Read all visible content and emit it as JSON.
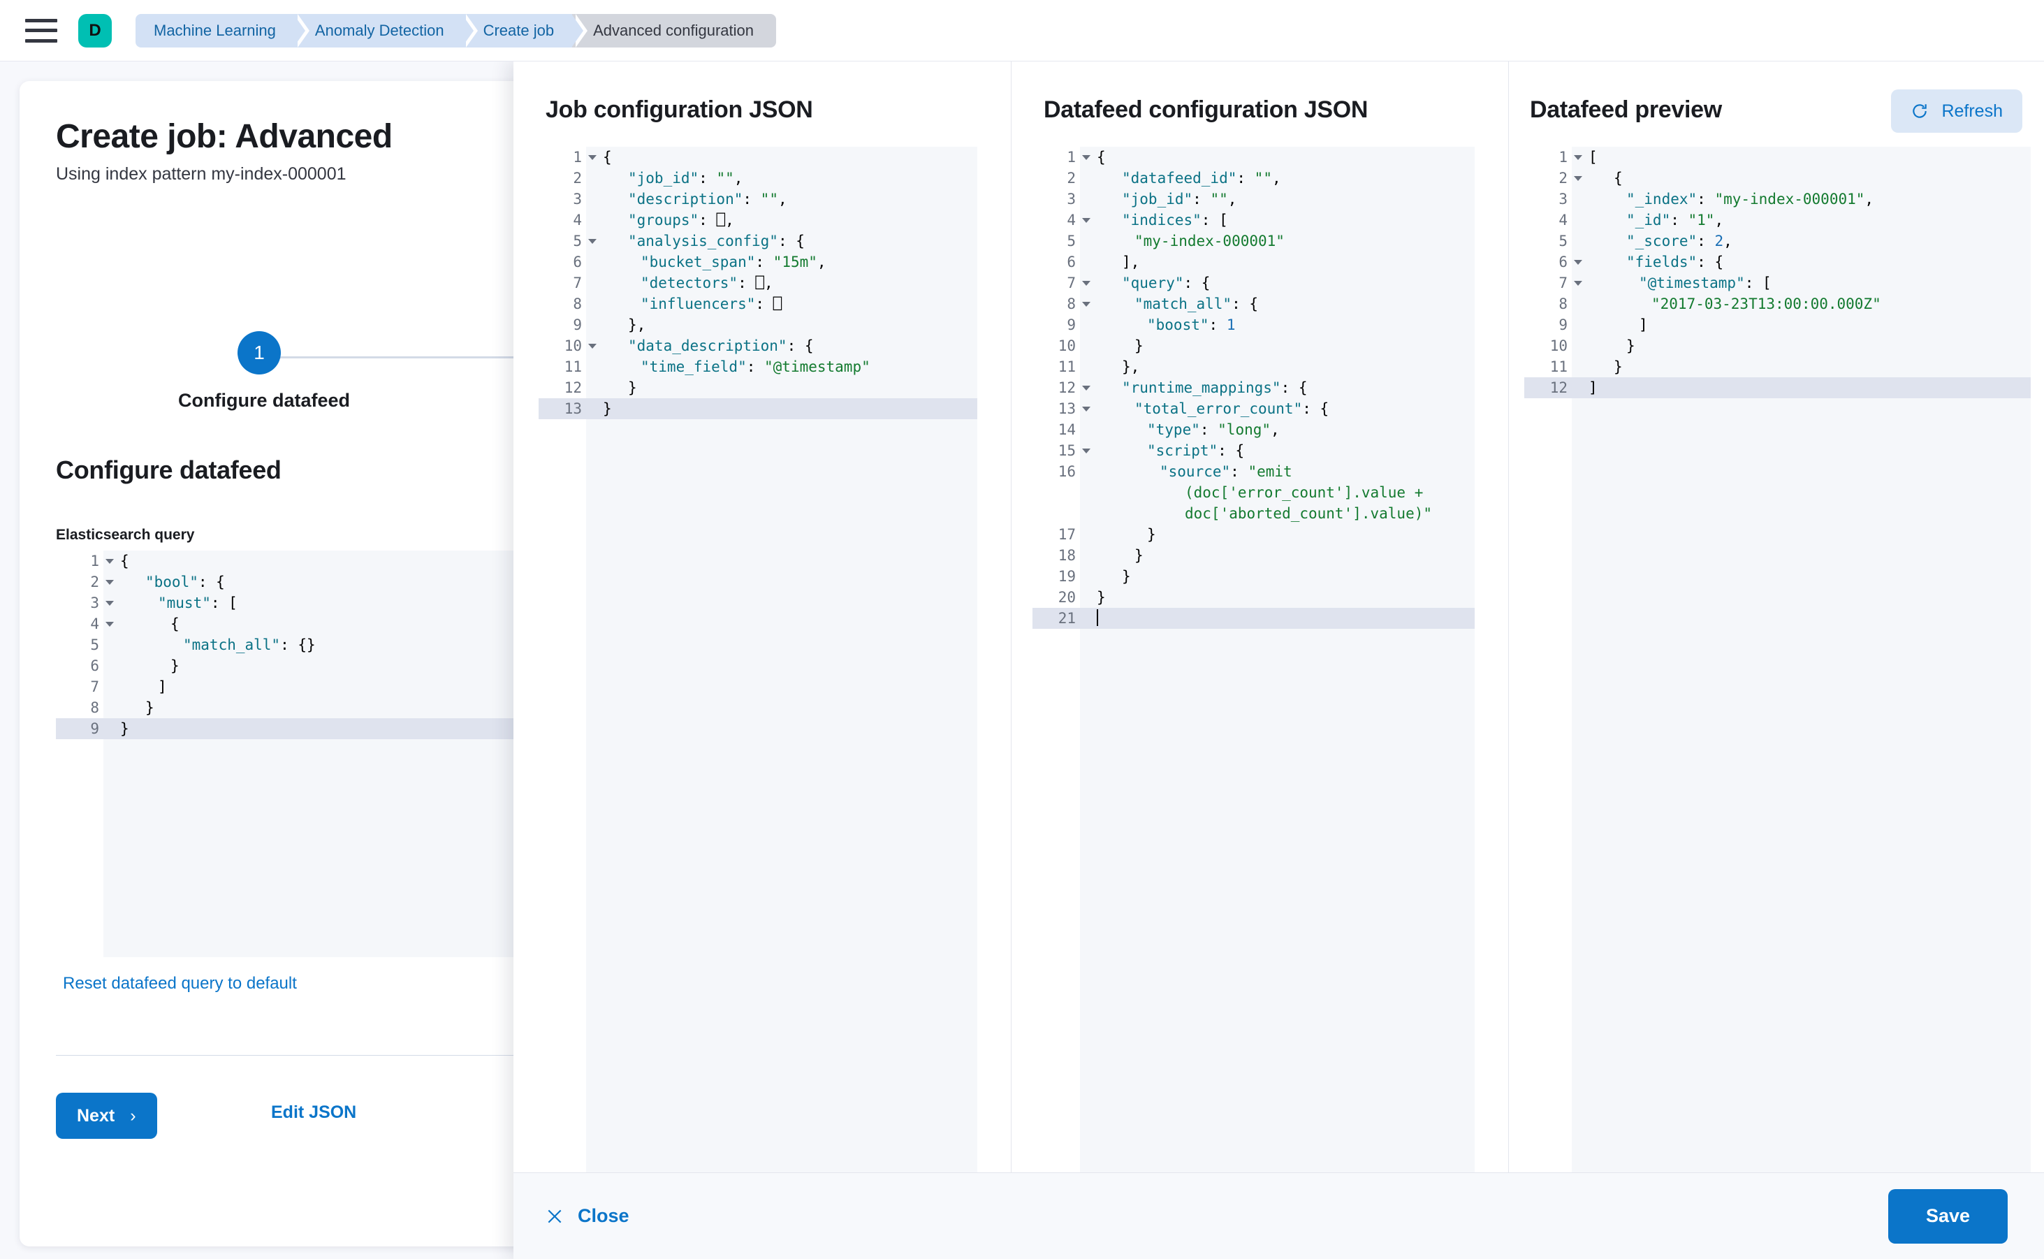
{
  "chrome": {
    "menu_icon": "hamburger-icon",
    "logo_letter": "D",
    "breadcrumbs": [
      {
        "label": "Machine Learning",
        "current": false
      },
      {
        "label": "Anomaly Detection",
        "current": false
      },
      {
        "label": "Create job",
        "current": false
      },
      {
        "label": "Advanced configuration",
        "current": true
      }
    ]
  },
  "wizard": {
    "title": "Create job: Advanced",
    "subtitle": "Using index pattern my-index-000001",
    "step_number": "1",
    "step_label": "Configure datafeed",
    "section_title": "Configure datafeed",
    "query_field_label": "Elasticsearch query",
    "reset_link": "Reset datafeed query to default",
    "next_label": "Next",
    "next_chevron": "›",
    "edit_json_label": "Edit JSON",
    "query_lines": [
      {
        "n": "1",
        "fold": true,
        "active": false,
        "html": "<span class=\"p\">{</span>"
      },
      {
        "n": "2",
        "fold": true,
        "active": false,
        "html": "<span class=\"sp\"></span><span class=\"sp\"></span><span class=\"k\">\"bool\"</span><span class=\"p\">: {</span>"
      },
      {
        "n": "3",
        "fold": true,
        "active": false,
        "html": "<span class=\"ind\"></span><span class=\"sp\"></span><span class=\"sp\"></span><span class=\"k\">\"must\"</span><span class=\"p\">: [</span>"
      },
      {
        "n": "4",
        "fold": true,
        "active": false,
        "html": "<span class=\"ind\"></span><span class=\"ind\"></span><span class=\"sp\"></span><span class=\"sp\"></span><span class=\"p\">{</span>"
      },
      {
        "n": "5",
        "fold": false,
        "active": false,
        "html": "<span class=\"ind\"></span><span class=\"ind\"></span><span class=\"ind\"></span><span class=\"sp\"></span><span class=\"sp\"></span><span class=\"k\">\"match_all\"</span><span class=\"p\">: {}</span>"
      },
      {
        "n": "6",
        "fold": false,
        "active": false,
        "html": "<span class=\"ind\"></span><span class=\"ind\"></span><span class=\"sp\"></span><span class=\"sp\"></span><span class=\"p\">}</span>"
      },
      {
        "n": "7",
        "fold": false,
        "active": false,
        "html": "<span class=\"ind\"></span><span class=\"sp\"></span><span class=\"sp\"></span><span class=\"p\">]</span>"
      },
      {
        "n": "8",
        "fold": false,
        "active": false,
        "html": "<span class=\"sp\"></span><span class=\"sp\"></span><span class=\"p\">}</span>"
      },
      {
        "n": "9",
        "fold": false,
        "active": true,
        "html": "<span class=\"p\">}</span>"
      }
    ]
  },
  "flyout": {
    "job_config": {
      "heading": "Job configuration JSON",
      "lines": [
        {
          "n": "1",
          "fold": true,
          "active": false,
          "html": "<span class=\"p\">{</span>"
        },
        {
          "n": "2",
          "fold": false,
          "active": false,
          "html": "<span class=\"sp\"></span><span class=\"sp\"></span><span class=\"k\">\"job_id\"</span><span class=\"p\">: </span><span class=\"s\">\"\"</span><span class=\"p\">,</span>"
        },
        {
          "n": "3",
          "fold": false,
          "active": false,
          "html": "<span class=\"sp\"></span><span class=\"sp\"></span><span class=\"k\">\"description\"</span><span class=\"p\">: </span><span class=\"s\">\"\"</span><span class=\"p\">,</span>"
        },
        {
          "n": "4",
          "fold": false,
          "active": false,
          "html": "<span class=\"sp\"></span><span class=\"sp\"></span><span class=\"k\">\"groups\"</span><span class=\"p\">: ⎕,</span>"
        },
        {
          "n": "5",
          "fold": true,
          "active": false,
          "html": "<span class=\"sp\"></span><span class=\"sp\"></span><span class=\"k\">\"analysis_config\"</span><span class=\"p\">: {</span>"
        },
        {
          "n": "6",
          "fold": false,
          "active": false,
          "html": "<span class=\"ind\"></span><span class=\"sp\"></span><span class=\"sp\"></span><span class=\"k\">\"bucket_span\"</span><span class=\"p\">: </span><span class=\"s\">\"15m\"</span><span class=\"p\">,</span>"
        },
        {
          "n": "7",
          "fold": false,
          "active": false,
          "html": "<span class=\"ind\"></span><span class=\"sp\"></span><span class=\"sp\"></span><span class=\"k\">\"detectors\"</span><span class=\"p\">: ⎕,</span>"
        },
        {
          "n": "8",
          "fold": false,
          "active": false,
          "html": "<span class=\"ind\"></span><span class=\"sp\"></span><span class=\"sp\"></span><span class=\"k\">\"influencers\"</span><span class=\"p\">: ⎕</span>"
        },
        {
          "n": "9",
          "fold": false,
          "active": false,
          "html": "<span class=\"sp\"></span><span class=\"sp\"></span><span class=\"p\">},</span>"
        },
        {
          "n": "10",
          "fold": true,
          "active": false,
          "html": "<span class=\"sp\"></span><span class=\"sp\"></span><span class=\"k\">\"data_description\"</span><span class=\"p\">: {</span>"
        },
        {
          "n": "11",
          "fold": false,
          "active": false,
          "html": "<span class=\"ind\"></span><span class=\"sp\"></span><span class=\"sp\"></span><span class=\"k\">\"time_field\"</span><span class=\"p\">: </span><span class=\"s\">\"@timestamp\"</span>"
        },
        {
          "n": "12",
          "fold": false,
          "active": false,
          "html": "<span class=\"sp\"></span><span class=\"sp\"></span><span class=\"p\">}</span>"
        },
        {
          "n": "13",
          "fold": false,
          "active": true,
          "html": "<span class=\"p\">}</span>"
        }
      ]
    },
    "datafeed_config": {
      "heading": "Datafeed configuration JSON",
      "lines": [
        {
          "n": "1",
          "fold": true,
          "active": false,
          "html": "<span class=\"p\">{</span>"
        },
        {
          "n": "2",
          "fold": false,
          "active": false,
          "html": "<span class=\"sp\"></span><span class=\"sp\"></span><span class=\"k\">\"datafeed_id\"</span><span class=\"p\">: </span><span class=\"s\">\"\"</span><span class=\"p\">,</span>"
        },
        {
          "n": "3",
          "fold": false,
          "active": false,
          "html": "<span class=\"sp\"></span><span class=\"sp\"></span><span class=\"k\">\"job_id\"</span><span class=\"p\">: </span><span class=\"s\">\"\"</span><span class=\"p\">,</span>"
        },
        {
          "n": "4",
          "fold": true,
          "active": false,
          "html": "<span class=\"sp\"></span><span class=\"sp\"></span><span class=\"k\">\"indices\"</span><span class=\"p\">: [</span>"
        },
        {
          "n": "5",
          "fold": false,
          "active": false,
          "html": "<span class=\"ind\"></span><span class=\"sp\"></span><span class=\"sp\"></span><span class=\"s\">\"my-index-000001\"</span>"
        },
        {
          "n": "6",
          "fold": false,
          "active": false,
          "html": "<span class=\"sp\"></span><span class=\"sp\"></span><span class=\"p\">],</span>"
        },
        {
          "n": "7",
          "fold": true,
          "active": false,
          "html": "<span class=\"sp\"></span><span class=\"sp\"></span><span class=\"k\">\"query\"</span><span class=\"p\">: {</span>"
        },
        {
          "n": "8",
          "fold": true,
          "active": false,
          "html": "<span class=\"ind\"></span><span class=\"sp\"></span><span class=\"sp\"></span><span class=\"k\">\"match_all\"</span><span class=\"p\">: {</span>"
        },
        {
          "n": "9",
          "fold": false,
          "active": false,
          "html": "<span class=\"ind\"></span><span class=\"ind\"></span><span class=\"sp\"></span><span class=\"sp\"></span><span class=\"k\">\"boost\"</span><span class=\"p\">: </span><span class=\"n\">1</span>"
        },
        {
          "n": "10",
          "fold": false,
          "active": false,
          "html": "<span class=\"ind\"></span><span class=\"sp\"></span><span class=\"sp\"></span><span class=\"p\">}</span>"
        },
        {
          "n": "11",
          "fold": false,
          "active": false,
          "html": "<span class=\"sp\"></span><span class=\"sp\"></span><span class=\"p\">},</span>"
        },
        {
          "n": "12",
          "fold": true,
          "active": false,
          "html": "<span class=\"sp\"></span><span class=\"sp\"></span><span class=\"k\">\"runtime_mappings\"</span><span class=\"p\">: {</span>"
        },
        {
          "n": "13",
          "fold": true,
          "active": false,
          "html": "<span class=\"ind\"></span><span class=\"sp\"></span><span class=\"sp\"></span><span class=\"k\">\"total_error_count\"</span><span class=\"p\">: {</span>"
        },
        {
          "n": "14",
          "fold": false,
          "active": false,
          "html": "<span class=\"ind\"></span><span class=\"ind\"></span><span class=\"sp\"></span><span class=\"sp\"></span><span class=\"k\">\"type\"</span><span class=\"p\">: </span><span class=\"s\">\"long\"</span><span class=\"p\">,</span>"
        },
        {
          "n": "15",
          "fold": true,
          "active": false,
          "html": "<span class=\"ind\"></span><span class=\"ind\"></span><span class=\"sp\"></span><span class=\"sp\"></span><span class=\"k\">\"script\"</span><span class=\"p\">: {</span>"
        },
        {
          "n": "16",
          "fold": false,
          "active": false,
          "wrap": true,
          "html": "<span class=\"ind\"></span><span class=\"ind\"></span><span class=\"ind\"></span><span class=\"sp\"></span><span class=\"sp\"></span><span class=\"k\">\"source\"</span><span class=\"p\">: </span><span class=\"s\">\"emit</span>"
        },
        {
          "n": "",
          "fold": false,
          "active": false,
          "cont": true,
          "html": "<span class=\"s\">(doc['error_count'].value +</span>"
        },
        {
          "n": "",
          "fold": false,
          "active": false,
          "cont": true,
          "html": "<span class=\"s\">doc['aborted_count'].value)\"</span>"
        },
        {
          "n": "17",
          "fold": false,
          "active": false,
          "html": "<span class=\"ind\"></span><span class=\"ind\"></span><span class=\"sp\"></span><span class=\"sp\"></span><span class=\"p\">}</span>"
        },
        {
          "n": "18",
          "fold": false,
          "active": false,
          "html": "<span class=\"ind\"></span><span class=\"sp\"></span><span class=\"sp\"></span><span class=\"p\">}</span>"
        },
        {
          "n": "19",
          "fold": false,
          "active": false,
          "html": "<span class=\"sp\"></span><span class=\"sp\"></span><span class=\"p\">}</span>"
        },
        {
          "n": "20",
          "fold": false,
          "active": false,
          "html": "<span class=\"p\">}</span>"
        },
        {
          "n": "21",
          "fold": false,
          "active": true,
          "html": "<span class=\"cursor\"></span>"
        }
      ]
    },
    "datafeed_preview": {
      "heading": "Datafeed preview",
      "refresh_label": "Refresh",
      "refresh_icon": "refresh-icon",
      "lines": [
        {
          "n": "1",
          "fold": true,
          "active": false,
          "html": "<span class=\"p\">[</span>"
        },
        {
          "n": "2",
          "fold": true,
          "active": false,
          "html": "<span class=\"sp\"></span><span class=\"sp\"></span><span class=\"p\">{</span>"
        },
        {
          "n": "3",
          "fold": false,
          "active": false,
          "html": "<span class=\"ind\"></span><span class=\"sp\"></span><span class=\"sp\"></span><span class=\"k\">\"_index\"</span><span class=\"p\">: </span><span class=\"s\">\"my-index-000001\"</span><span class=\"p\">,</span>"
        },
        {
          "n": "4",
          "fold": false,
          "active": false,
          "html": "<span class=\"ind\"></span><span class=\"sp\"></span><span class=\"sp\"></span><span class=\"k\">\"_id\"</span><span class=\"p\">: </span><span class=\"s\">\"1\"</span><span class=\"p\">,</span>"
        },
        {
          "n": "5",
          "fold": false,
          "active": false,
          "html": "<span class=\"ind\"></span><span class=\"sp\"></span><span class=\"sp\"></span><span class=\"k\">\"_score\"</span><span class=\"p\">: </span><span class=\"n\">2</span><span class=\"p\">,</span>"
        },
        {
          "n": "6",
          "fold": true,
          "active": false,
          "html": "<span class=\"ind\"></span><span class=\"sp\"></span><span class=\"sp\"></span><span class=\"k\">\"fields\"</span><span class=\"p\">: {</span>"
        },
        {
          "n": "7",
          "fold": true,
          "active": false,
          "html": "<span class=\"ind\"></span><span class=\"ind\"></span><span class=\"sp\"></span><span class=\"sp\"></span><span class=\"k\">\"@timestamp\"</span><span class=\"p\">: [</span>"
        },
        {
          "n": "8",
          "fold": false,
          "active": false,
          "html": "<span class=\"ind\"></span><span class=\"ind\"></span><span class=\"ind\"></span><span class=\"sp\"></span><span class=\"sp\"></span><span class=\"s\">\"2017-03-23T13:00:00.000Z\"</span>"
        },
        {
          "n": "9",
          "fold": false,
          "active": false,
          "html": "<span class=\"ind\"></span><span class=\"ind\"></span><span class=\"sp\"></span><span class=\"sp\"></span><span class=\"p\">]</span>"
        },
        {
          "n": "10",
          "fold": false,
          "active": false,
          "html": "<span class=\"ind\"></span><span class=\"sp\"></span><span class=\"sp\"></span><span class=\"p\">}</span>"
        },
        {
          "n": "11",
          "fold": false,
          "active": false,
          "html": "<span class=\"sp\"></span><span class=\"sp\"></span><span class=\"p\">}</span>"
        },
        {
          "n": "12",
          "fold": false,
          "active": true,
          "html": "<span class=\"p\">]</span>"
        }
      ]
    },
    "footer": {
      "close_label": "Close",
      "close_icon": "close-icon",
      "save_label": "Save"
    }
  },
  "colors": {
    "accent": "#0b75c9",
    "brand": "#00bfb3",
    "breadcrumb": "#d3e1f5",
    "breadcrumb_current": "#d3d6dd",
    "string": "#137a2f",
    "key": "#0b7285"
  }
}
